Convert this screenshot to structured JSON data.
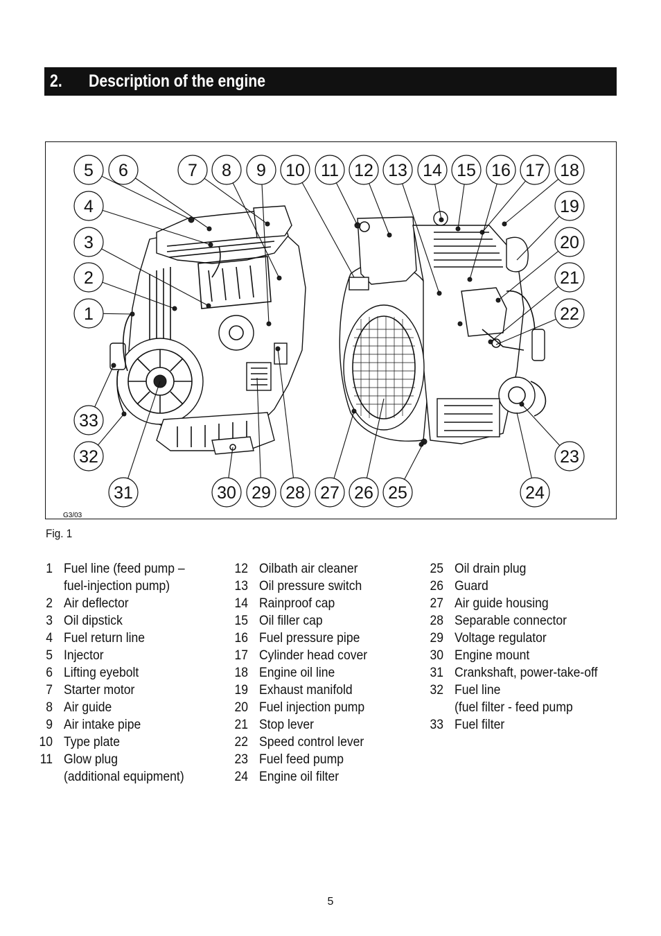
{
  "header": {
    "number": "2.",
    "title": "Description of the engine"
  },
  "figure": {
    "code": "G3/03",
    "caption": "Fig. 1",
    "callouts": [
      "1",
      "2",
      "3",
      "4",
      "5",
      "6",
      "7",
      "8",
      "9",
      "10",
      "11",
      "12",
      "13",
      "14",
      "15",
      "16",
      "17",
      "18",
      "19",
      "20",
      "21",
      "22",
      "23",
      "24",
      "25",
      "26",
      "27",
      "28",
      "29",
      "30",
      "31",
      "32",
      "33"
    ]
  },
  "legend": {
    "col1": [
      {
        "n": "1",
        "t": "Fuel line (feed pump –"
      },
      {
        "n": "",
        "t": "fuel-injection pump)"
      },
      {
        "n": "2",
        "t": "Air deflector"
      },
      {
        "n": "3",
        "t": "Oil dipstick"
      },
      {
        "n": "4",
        "t": "Fuel return line"
      },
      {
        "n": "5",
        "t": "Injector"
      },
      {
        "n": "6",
        "t": "Lifting eyebolt"
      },
      {
        "n": "7",
        "t": "Starter motor"
      },
      {
        "n": "8",
        "t": "Air guide"
      },
      {
        "n": "9",
        "t": "Air intake pipe"
      },
      {
        "n": "10",
        "t": "Type plate"
      },
      {
        "n": "11",
        "t": "Glow plug"
      },
      {
        "n": "",
        "t": "(additional equipment)"
      }
    ],
    "col2": [
      {
        "n": "12",
        "t": "Oilbath air cleaner"
      },
      {
        "n": "13",
        "t": "Oil pressure switch"
      },
      {
        "n": "14",
        "t": "Rainproof cap"
      },
      {
        "n": "15",
        "t": "Oil filler cap"
      },
      {
        "n": "16",
        "t": "Fuel pressure pipe"
      },
      {
        "n": "17",
        "t": "Cylinder head cover"
      },
      {
        "n": "18",
        "t": "Engine oil line"
      },
      {
        "n": "19",
        "t": "Exhaust manifold"
      },
      {
        "n": "20",
        "t": "Fuel injection pump"
      },
      {
        "n": "21",
        "t": "Stop lever"
      },
      {
        "n": "22",
        "t": "Speed control lever"
      },
      {
        "n": "23",
        "t": "Fuel feed pump"
      },
      {
        "n": "24",
        "t": "Engine oil filter"
      }
    ],
    "col3": [
      {
        "n": "25",
        "t": "Oil drain plug"
      },
      {
        "n": "26",
        "t": "Guard"
      },
      {
        "n": "27",
        "t": "Air guide housing"
      },
      {
        "n": "28",
        "t": "Separable connector"
      },
      {
        "n": "29",
        "t": "Voltage regulator"
      },
      {
        "n": "30",
        "t": "Engine mount"
      },
      {
        "n": "31",
        "t": "Crankshaft, power-take-off"
      },
      {
        "n": "32",
        "t": "Fuel line"
      },
      {
        "n": "",
        "t": "(fuel filter - feed pump"
      },
      {
        "n": "33",
        "t": "Fuel filter"
      }
    ]
  },
  "page_number": "5"
}
